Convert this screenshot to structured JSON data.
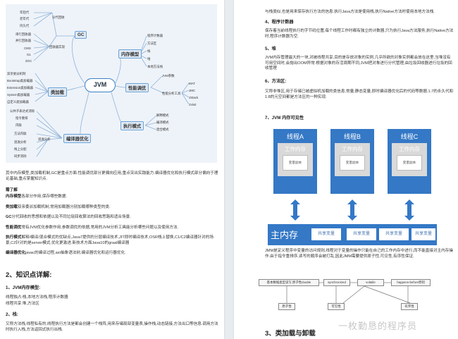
{
  "mindmap": {
    "root": "JVM",
    "branches": {
      "gc": "GC",
      "memory": "内存模型",
      "perf": "性能调优",
      "classload": "类加载",
      "exec": "执行模式",
      "compile": "编译器优化"
    },
    "gc_items": [
      "年轻代",
      "老年代",
      "持久代",
      "串行回收器",
      "并行回收器",
      "CMS",
      "G1",
      "ZGC"
    ],
    "gc_sub": [
      "分代回收",
      "回收器实现"
    ],
    "memory_items": [
      "程序计数器",
      "方法区",
      "栈",
      "堆",
      "本地方法栈"
    ],
    "perf_items": [
      "JVM参数",
      "MAT",
      "JMC",
      "JStack",
      "JVisit"
    ],
    "perf_sub": "性能分析工具",
    "class_items": [
      "双亲委派机制",
      "Bootstrap类加载器",
      "Extension类加载器",
      "System类加载器",
      "自定义类加载器"
    ],
    "exec_items": [
      "解释模式",
      "编译模式",
      "混合模式"
    ],
    "compile_items": [
      "公共子表达式消除",
      "指令重排",
      "内联",
      "方法内联",
      "逃逸分析",
      "栈上分配",
      "同步消除"
    ],
    "compile_sub": "逃逸分析"
  },
  "left": {
    "intro": "其中内存模型,类加载机制,GC是重点方面.性能调优部分更偏向应用,重点突出实践能力.编译器优化和执行模式部分偏向于理论基础,重点掌握知识点.",
    "need": "需了解",
    "items": [
      {
        "label": "内存模型",
        "text": "各部分作用,保存哪些数据."
      },
      {
        "label": "类加载",
        "text": "双亲委派加载机制,常用加载器分别加载哪种类型的类."
      },
      {
        "label": "GC",
        "text": "分代回收的思想和依据以及不同垃圾回收算法的回收思路和适合场景."
      },
      {
        "label": "性能调优",
        "text": "常有JVM优化参数作用,参数调优的依据,常用的JVM分析工具能分析哪些问题以及使用方法."
      },
      {
        "label": "执行模式",
        "text": "解释/编译/混合模式的优缺点,Java7提供的分层编译技术,JIT即时编译技术,OSR栈上替换,C1/C2编译器针对的场景,C2针对的是server模式,优化更激进.新技术方面Java10的graal编译器"
      },
      {
        "label": "编译器优化",
        "text": "javac的编译过程,ast抽象语法树,编译器优化和运行器优化."
      }
    ],
    "section_title": "2、知识点详解:",
    "sub1": "1、JVM内存模型:",
    "sub1_lines": [
      "线程独占:栈,本地方法栈,程序计数器",
      "线程共享:堆,方法区"
    ],
    "sub2": "2、栈:",
    "sub2_text": "又称方法栈,线程私有的,线程执行方法是都会创建一个栈阵,用来存储局部变量表,操作栈,动态链接,方法出口等信息.调用方法时执行入栈,方法返回式执行出栈."
  },
  "right": {
    "cont": "与栈类似,也是用来保存执行方法的信息.执行Java方法是使用栈,执行Native方法时使用本地方法栈.",
    "s4": "4、程序计数器",
    "s4_text": "保存着当前线程执行的字节码位置,每个线程工作时都有独立的计数器,只为执行Java方法服务,执行Native方法时,程序计数器为空.",
    "s5": "5、堆",
    "s5_text": "JVM内存管理最大的一块,对被线程共享,目的是存放对象的实例,几乎所欲的对象实例都会放在这里,当堆没有可用空间时,会抛出OOM异常.根据对象的存活周期不同,JVM把对象进行分代管理,由垃圾回收器进行垃圾的回收管理",
    "s6": "6、方法区:",
    "s6_text": "又称非堆区,用于存储已被虚拟机加载的类信息,常量,静态变量,即时编译器优化后的代码等数据.1.7的永久代和1.8的元空间都是方法区的一种实现.",
    "s7": "7、JVM 内存可见性",
    "threads": [
      {
        "title": "线程A",
        "work": "工作内存",
        "copy": "变量副本"
      },
      {
        "title": "线程B",
        "work": "工作内存",
        "copy": "变量副本"
      },
      {
        "title": "线程C",
        "work": "工作内存",
        "copy": "变量副本"
      }
    ],
    "main_mem": "主内存",
    "shared": [
      "共享变量",
      "共享变量",
      "共享变量",
      "共享变量"
    ],
    "visibility_text": "JMM是定义程序中变量的访问规则,线程对于变量的操作只能在自己的工作内存中进行,而不能直接对主内存操作.由于指令重排序,读写的顺序会被打乱,因此JMM需要提供原子性,可见性,有序性保证.",
    "flow_top": [
      "基本数据类型读写,原子性double",
      "synchronized",
      "volatile",
      "happens-before原则"
    ],
    "flow_bottom": [
      "原子性",
      "可见性",
      "有序性"
    ],
    "s3": "3、类加载与卸载"
  },
  "watermark": "一枚勤恳的程序员"
}
